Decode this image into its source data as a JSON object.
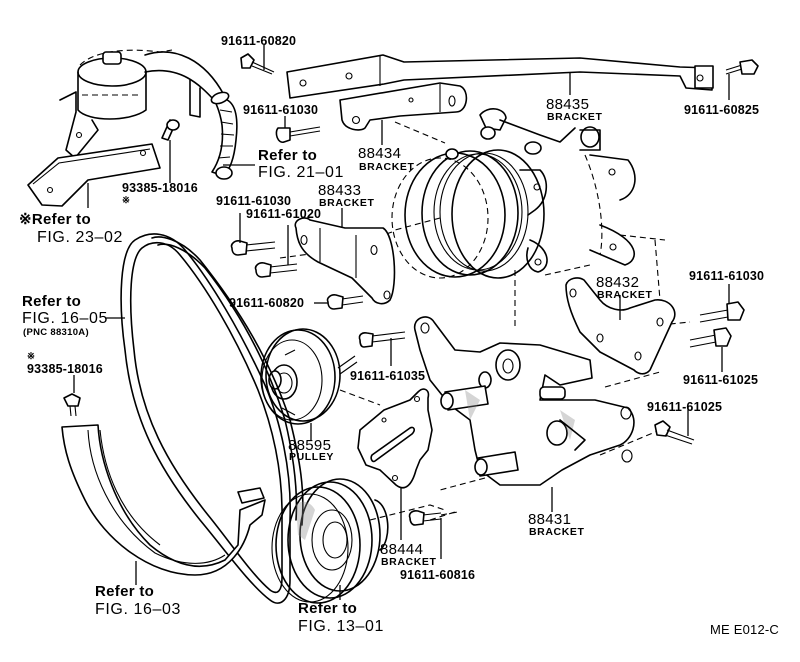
{
  "diagram": {
    "type": "exploded parts diagram",
    "subject": "A/C compressor, brackets, idler pulley and drive belt",
    "drawing_code": "ME E012-C",
    "parts": [
      {
        "id": "bolt_top",
        "part_no": "91611-60820"
      },
      {
        "id": "bolt_upper_mid",
        "part_no": "91611-61030"
      },
      {
        "id": "bracket_88435",
        "number": "88435",
        "name": "BRACKET"
      },
      {
        "id": "bolt_top_right",
        "part_no": "91611-60825"
      },
      {
        "id": "bracket_88434",
        "number": "88434",
        "name": "BRACKET"
      },
      {
        "id": "bracket_88433",
        "number": "88433",
        "name": "BRACKET"
      },
      {
        "id": "bolt_left_a",
        "part_no": "91611-61030"
      },
      {
        "id": "bolt_left_b",
        "part_no": "91611-61020"
      },
      {
        "id": "bolt_left_c",
        "part_no": "91611-60820"
      },
      {
        "id": "bracket_88432",
        "number": "88432",
        "name": "BRACKET"
      },
      {
        "id": "bolt_right_a",
        "part_no": "91611-61030"
      },
      {
        "id": "bolt_right_b",
        "part_no": "91611-61025"
      },
      {
        "id": "bolt_right_c",
        "part_no": "91611-61025"
      },
      {
        "id": "bolt_pulley",
        "part_no": "91611-61035"
      },
      {
        "id": "pulley_88595",
        "number": "88595",
        "name": "PULLEY"
      },
      {
        "id": "bracket_88431",
        "number": "88431",
        "name": "BRACKET"
      },
      {
        "id": "bracket_88444",
        "number": "88444",
        "name": "BRACKET"
      },
      {
        "id": "bolt_bottom",
        "part_no": "91611-60816"
      },
      {
        "id": "screw_upper",
        "part_no": "93385-18016",
        "marker": "※"
      },
      {
        "id": "screw_lower",
        "part_no": "93385-18016",
        "marker": "※"
      }
    ],
    "references": [
      {
        "id": "ref_fig_21_01",
        "line1": "Refer to",
        "line2": "FIG. 21–01"
      },
      {
        "id": "ref_fig_23_02",
        "line1": "※Refer to",
        "line2": "FIG. 23–02"
      },
      {
        "id": "ref_fig_16_05",
        "line1": "Refer to",
        "line2": "FIG. 16–05",
        "note": "(PNC 88310A)"
      },
      {
        "id": "ref_fig_16_03",
        "line1": "Refer to",
        "line2": "FIG. 16–03"
      },
      {
        "id": "ref_fig_13_01",
        "line1": "Refer to",
        "line2": "FIG. 13–01"
      }
    ]
  }
}
